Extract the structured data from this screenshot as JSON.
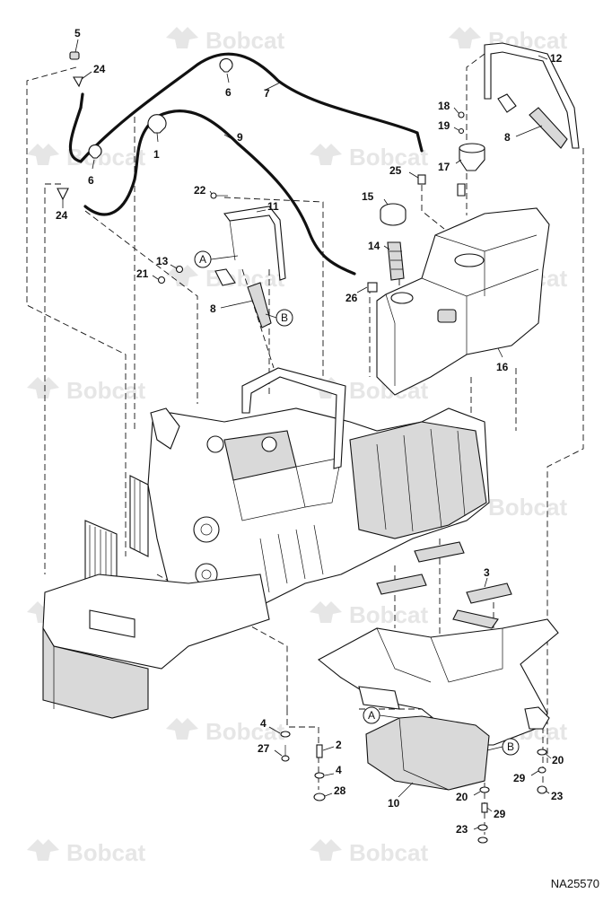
{
  "brand_watermark": "Bobcat",
  "drawing_number": "NA25570",
  "callouts": [
    "1",
    "2",
    "3",
    "4",
    "4",
    "5",
    "6",
    "6",
    "7",
    "8",
    "8",
    "9",
    "10",
    "11",
    "12",
    "13",
    "14",
    "15",
    "16",
    "17",
    "18",
    "19",
    "20",
    "20",
    "21",
    "22",
    "23",
    "23",
    "24",
    "24",
    "25",
    "26",
    "27",
    "28",
    "29",
    "29"
  ],
  "reference_markers": [
    "A",
    "A",
    "B",
    "B"
  ]
}
